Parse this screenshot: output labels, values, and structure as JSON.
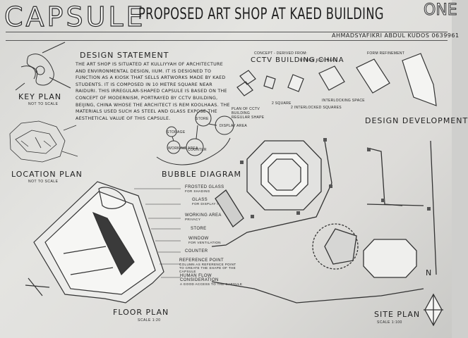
{
  "header": {
    "brand": "CAPSULE",
    "headline": "PROPOSED ART SHOP AT KAED BUILDING",
    "sheet_no": "ONE",
    "author": "AHMADSYAFIKRI ABDUL KUDOS 0639961"
  },
  "key_plan": {
    "title": "KEY PLAN",
    "scale": "NOT TO SCALE"
  },
  "location_plan": {
    "title": "LOCATION PLAN",
    "scale": "NOT TO SCALE"
  },
  "design_statement": {
    "title": "DESIGN STATEMENT",
    "text": "THE ART SHOP IS SITUATED AT KULLIYYAH OF ARCHITECTURE AND ENVIRONMENTAL DESIGN, IIUM. IT IS DESIGNED TO FUNCTION AS A KIOSK THAT SELLS ARTWORKS MADE BY KAED STUDENTS. IT IS COMPOSED IN 10 METRE SQUARE NEAR RAIDURI. THIS IRREGULAR-SHAPED CAPSULE IS BASED ON THE CONCEPT OF MODERNISM, PORTRAYED BY CCTV BUILDING, BEIJING, CHINA WHOSE THE ARCHITECT IS REM KOOLHAAS. THE MATERIALS USED SUCH AS STEEL AND GLASS EXPOSE THE AESTHETICAL VALUE OF THIS CAPSULE."
  },
  "design_development": {
    "title": "DESIGN DEVELOPMENT",
    "concept_note": "CONCEPT - DERIVED FROM:",
    "concept": "CCTV BUILDING,CHINA",
    "concept_by": "BY REM KOOLHAAS",
    "steps": [
      "PLAN OF CCTV BUILDING REGULAR SHAPE",
      "2 SQUARE",
      "2 INTERLOCKED SQUARES",
      "INTERLOCKING SPACE",
      "FORM REFINEMENT"
    ]
  },
  "bubble_diagram": {
    "title": "BUBBLE DIAGRAM",
    "bubbles": [
      "STORE",
      "DISPLAY AREA",
      "COUNTER",
      "WORKING AREA",
      "STORAGE"
    ]
  },
  "legend": [
    {
      "name": "FROSTED GLASS",
      "note": "FOR SHADING"
    },
    {
      "name": "GLASS",
      "note": "FOR DISPLAY ITEMS"
    },
    {
      "name": "WORKING AREA",
      "note": "PRIVACY"
    },
    {
      "name": "STORE",
      "note": ""
    },
    {
      "name": "WINDOW",
      "note": "FOR VENTILATION"
    },
    {
      "name": "COUNTER",
      "note": ""
    },
    {
      "name": "REFERENCE POINT",
      "note": "COLUMN AS REFERENCE POINT TO CREATE THE SHAPE OF THE CAPSULE"
    },
    {
      "name": "HUMAN FLOW CONSIDERATION",
      "note": "A GOOD ACCESS TO THE CAPSULE"
    }
  ],
  "floor_plan": {
    "title": "FLOOR PLAN",
    "scale": "SCALE 1:20"
  },
  "site_plan": {
    "title": "SITE PLAN",
    "scale": "SCALE 1:100"
  },
  "north": "N"
}
